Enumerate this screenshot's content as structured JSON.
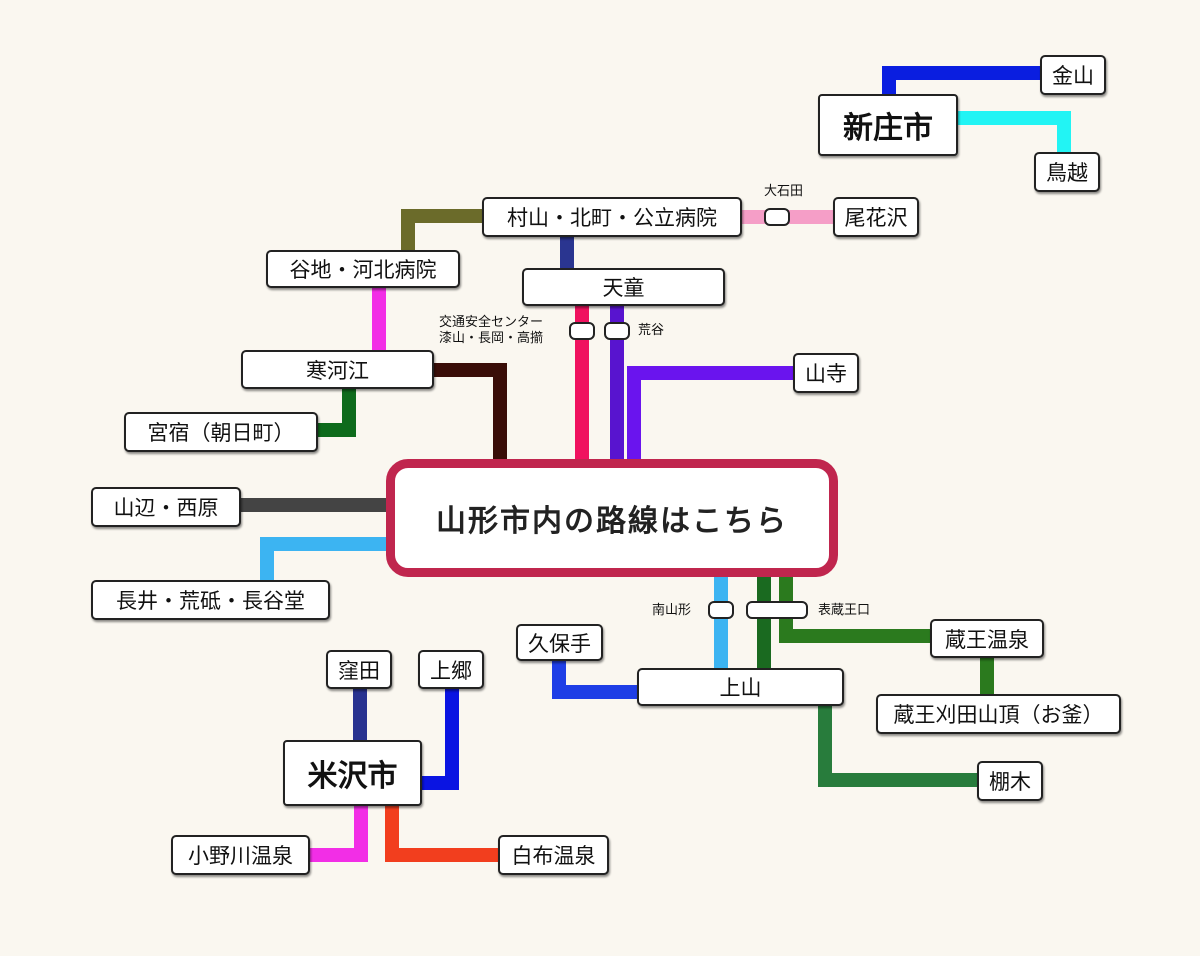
{
  "hub": {
    "label": "山形市内の路線はこちら"
  },
  "stations": {
    "shinjo": "新庄市",
    "kanayama": "金山",
    "torigoe": "鳥越",
    "murayama": "村山・北町・公立病院",
    "obanazawa": "尾花沢",
    "yachi": "谷地・河北病院",
    "tendo": "天童",
    "sagae": "寒河江",
    "miyajuku": "宮宿（朝日町）",
    "yamadera": "山寺",
    "yamanobe": "山辺・西原",
    "nagai": "長井・荒砥・長谷堂",
    "kubote": "久保手",
    "kaminoyama": "上山",
    "zao_onsen": "蔵王温泉",
    "zao_katta": "蔵王刈田山頂（お釜）",
    "tanagi": "棚木",
    "kubota": "窪田",
    "kamigo": "上郷",
    "yonezawa": "米沢市",
    "onogawa": "小野川温泉",
    "shirabu": "白布温泉"
  },
  "stops": {
    "oishida": "大石田",
    "kotsu_line1": "交通安全センター",
    "kotsu_line2": "漆山・長岡・高擶",
    "araya": "荒谷",
    "minami_yamagata": "南山形",
    "omote_zao": "表蔵王口"
  },
  "line_colors": {
    "shinjo_kanayama": "#0a1ee0",
    "shinjo_torigoe": "#22f4f4",
    "murayama_yachi": "#6b6b2a",
    "murayama_tendo": "#2a3590",
    "obanazawa": "#f59ec7",
    "yachi_sagae": "#f22ee6",
    "sagae_hub": "#3a0e08",
    "miyajuku": "#0e6b1c",
    "tendo_pink": "#f0125f",
    "tendo_purple": "#5814cf",
    "yamadera": "#6a14ee",
    "yamanobe": "#444444",
    "nagai": "#3cb4f2",
    "minami_yamagata": "#3cb4f2",
    "kaminoyama_green": "#1a6a20",
    "zao": "#2b7a1e",
    "kubote": "#1e3ee6",
    "tanagi": "#287c3c",
    "kubota": "#283290",
    "kamigo": "#0a14e2",
    "onogawa": "#f22ee6",
    "shirabu": "#f23e1e",
    "hub_border": "#c0264e"
  }
}
